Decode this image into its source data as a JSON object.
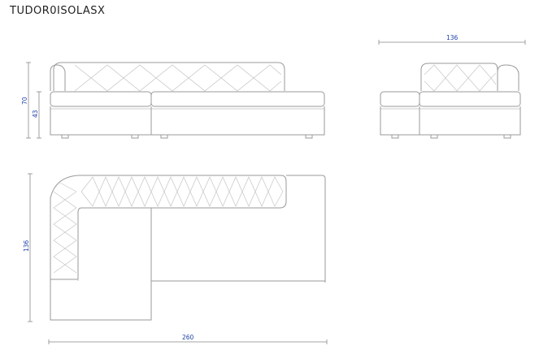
{
  "title": "TUDOR0ISOLASX",
  "dimensions": {
    "front_height_total": "70",
    "front_height_seat": "43",
    "side_width": "136",
    "plan_depth": "136",
    "plan_width": "260"
  }
}
